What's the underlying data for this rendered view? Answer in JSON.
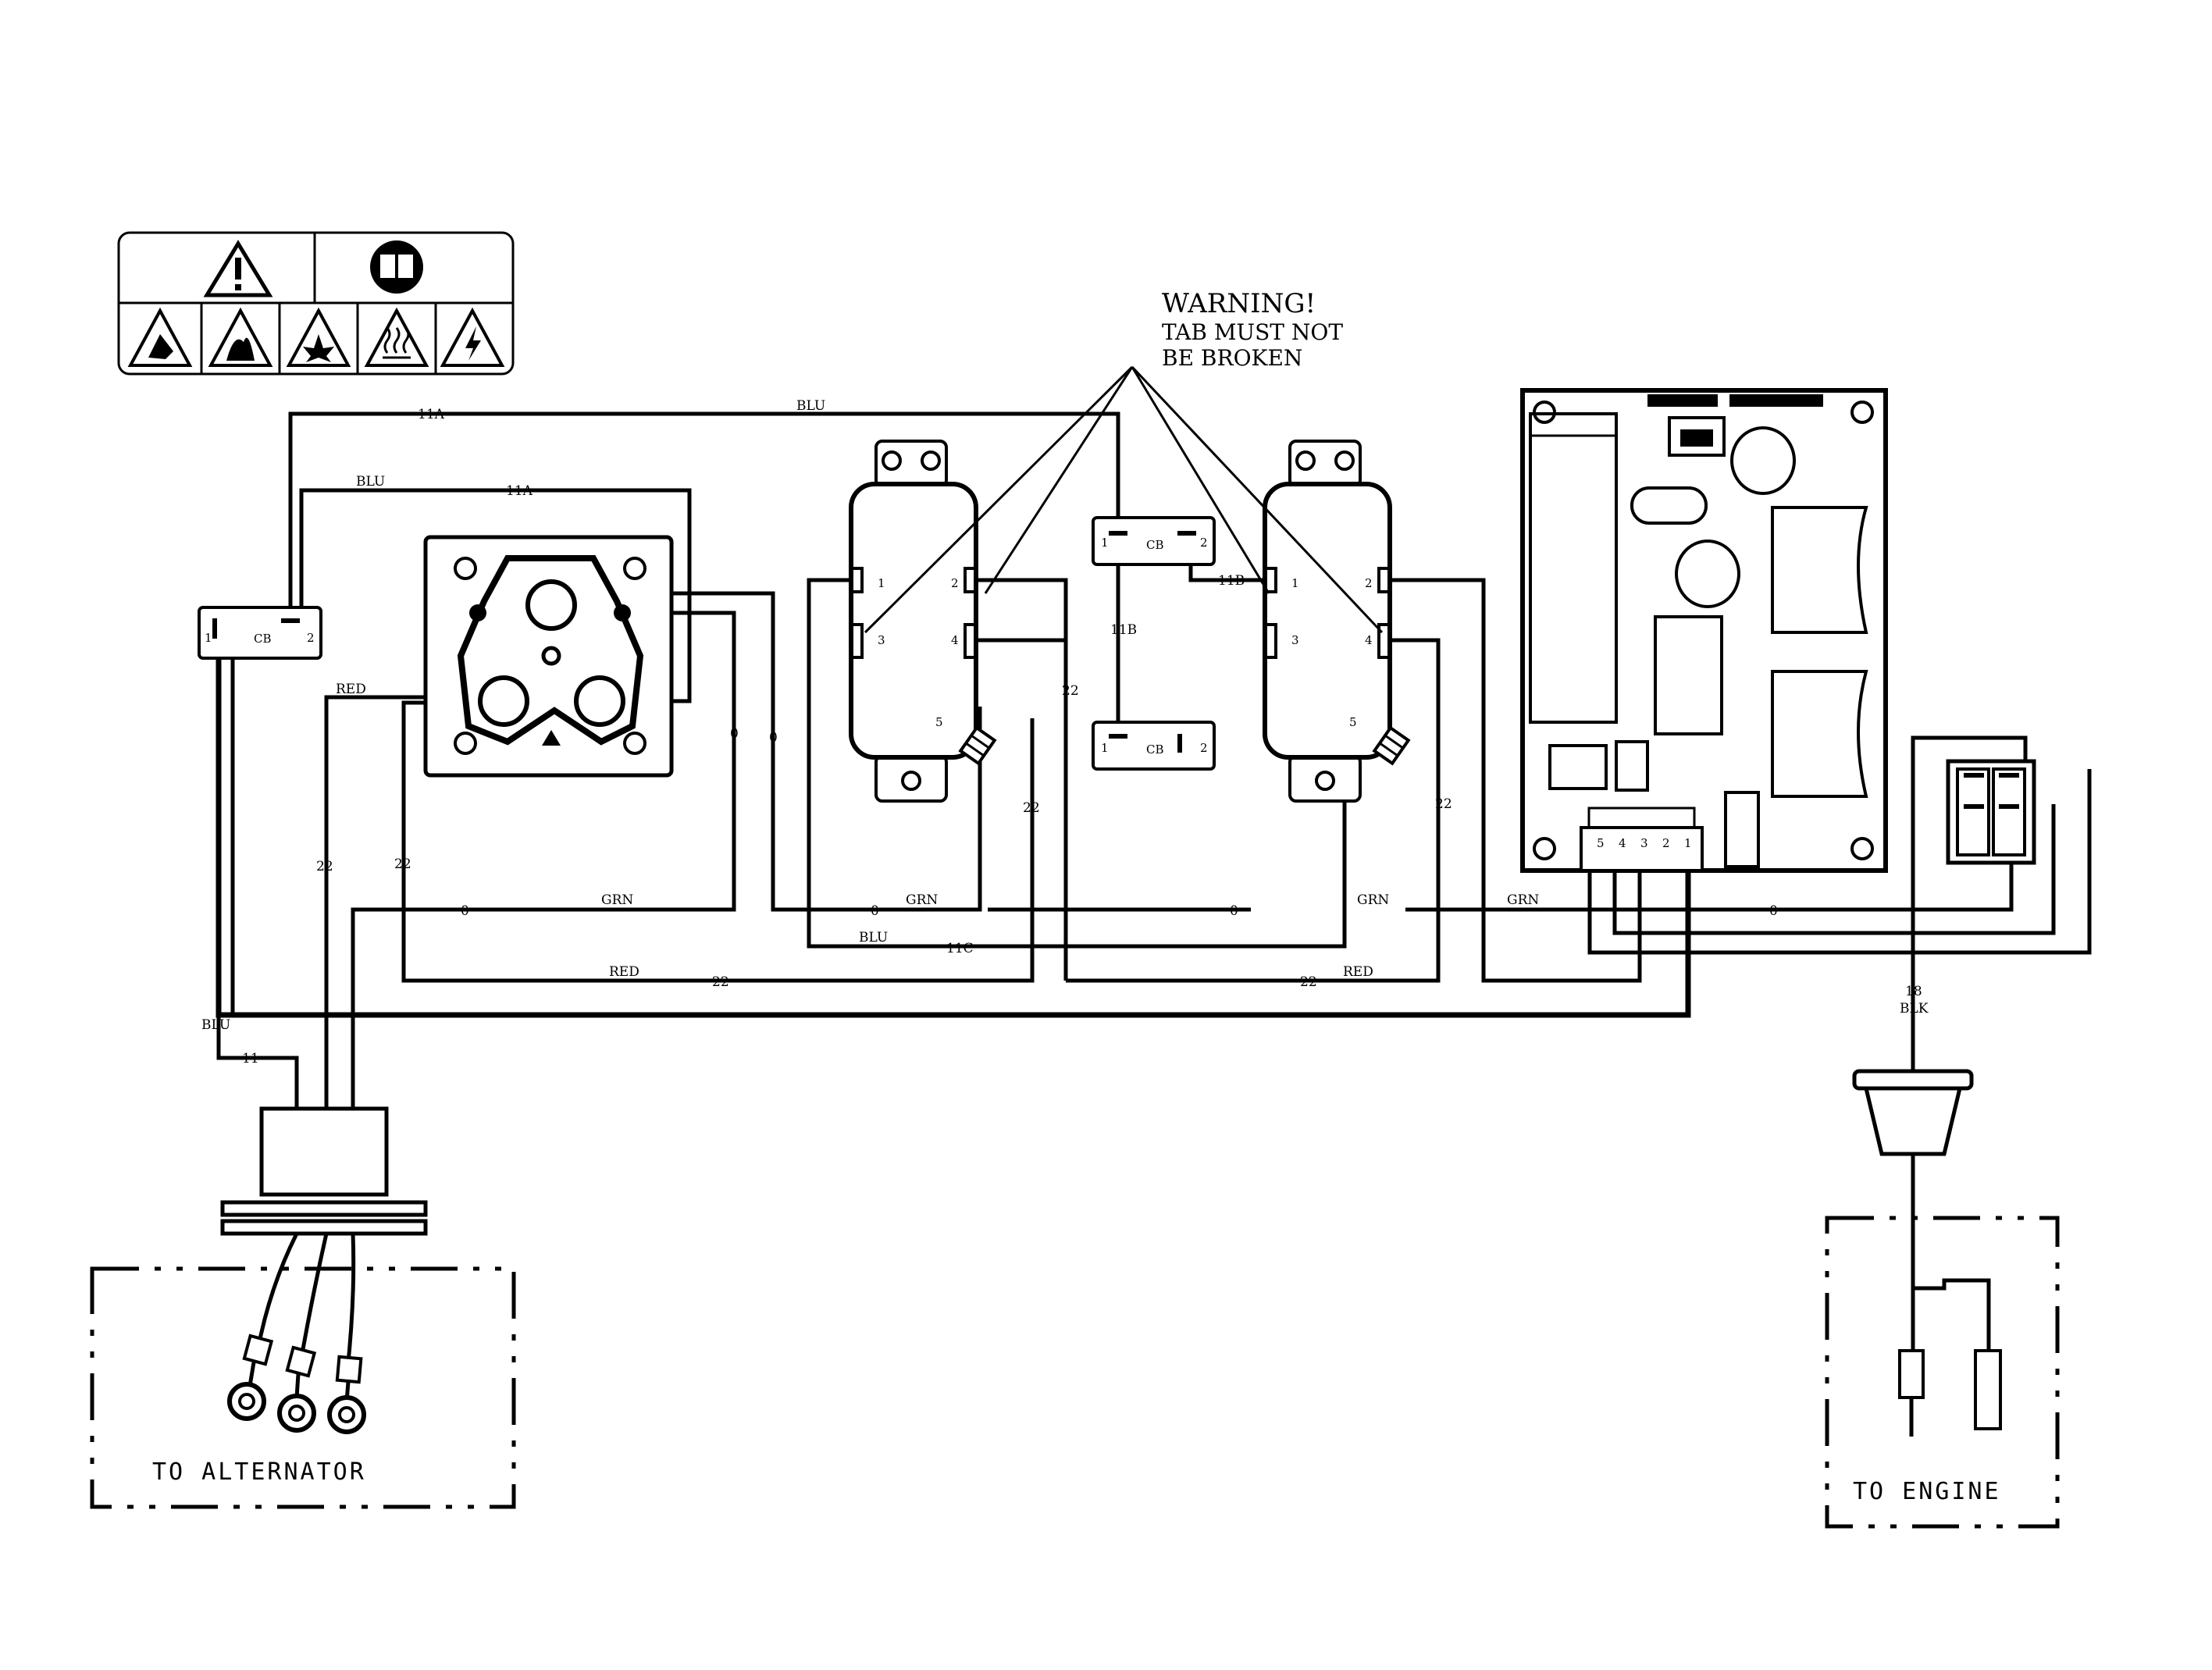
{
  "warning": {
    "title": "WARNING!",
    "line1": "TAB MUST NOT",
    "line2": "BE BROKEN"
  },
  "labels": {
    "alternator": "TO ALTERNATOR",
    "engine": "TO ENGINE"
  },
  "cb": {
    "name": "CB",
    "pin1": "1",
    "pin2": "2"
  },
  "receptacle_pins": {
    "p1": "1",
    "p2": "2",
    "p3": "3",
    "p4": "4",
    "p5": "5"
  },
  "connector_pins": [
    "5",
    "4",
    "3",
    "2",
    "1"
  ],
  "wires": {
    "w11a_top": "11A",
    "blu_top": "BLU",
    "blu_second": "BLU",
    "w11a_second": "11A",
    "red_left": "RED",
    "w22_a": "22",
    "w22_b": "22",
    "w0_a": "0",
    "w0_b": "0",
    "w0_gen_row": "0",
    "gen_1": "GRN",
    "w0_c": "0",
    "gen_2": "GRN",
    "w0_d": "0",
    "gen_3": "GRN",
    "gen_4": "GRN",
    "w0_e": "0",
    "blu_mid": "BLU",
    "w11c": "11C",
    "red_bottom": "RED",
    "w22_bottom_a": "22",
    "w22_bottom_b": "22",
    "red_right": "RED",
    "w22_mid_a": "22",
    "w22_mid_b": "22",
    "w22_right": "22",
    "w11b_v": "11B",
    "w11b_h": "11B",
    "blu_left": "BLU",
    "w11_left": "11",
    "w18": "18",
    "blk": "BLK"
  }
}
